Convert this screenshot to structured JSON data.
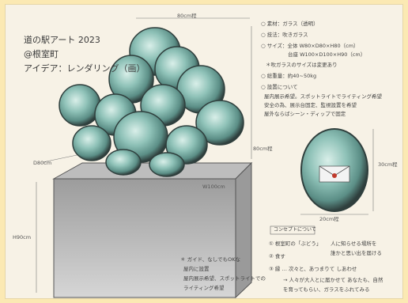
{
  "sketch": {
    "title": {
      "line1": "道の駅アート 2023",
      "line2": "@根室町",
      "line3": "アイデア：レンダリング（画）"
    },
    "dimensions": {
      "top_width": "80cm程",
      "depth": "D80cm",
      "pedestal_width": "W100cm",
      "pedestal_height": "H90cm",
      "sculpture_height": "80cm程",
      "detail_height": "30cm程",
      "detail_width": "20cm程"
    },
    "specs": [
      "○ 素材：ガラス（透明）",
      "○ 技法：吹きガラス",
      "○ サイズ：全体 W80×D80×H80（cm）",
      "台座 W100×D100×H90（cm）",
      "＊吹ガラスのサイズは変更あり",
      "○ 総重量：約40~50kg",
      "○ 設置について",
      "屋内展示希望。スポットライトでライティング希望",
      "安全の為、展示台固定、監視設置を希望",
      "屋外ならばシーン・ディップで固定"
    ],
    "concept": {
      "header": "コンセプトについて",
      "lines": [
        "① 根室町の「ぶどう」",
        "② 食す",
        "③ 縁 … 次々と、あつまりて しあわせ",
        "人に知らせる場所を",
        "誰かと思い出を届ける",
        "→ 人々が大人とに届かせて あなたも、自然",
        "を育ってもらい、ガラスをふれてみる"
      ]
    },
    "notes": [
      "＊ ガイド、なしでもOKな",
      "屋内に設置",
      "屋内展示希望、スポットライトでの",
      "ライティング希望"
    ]
  }
}
